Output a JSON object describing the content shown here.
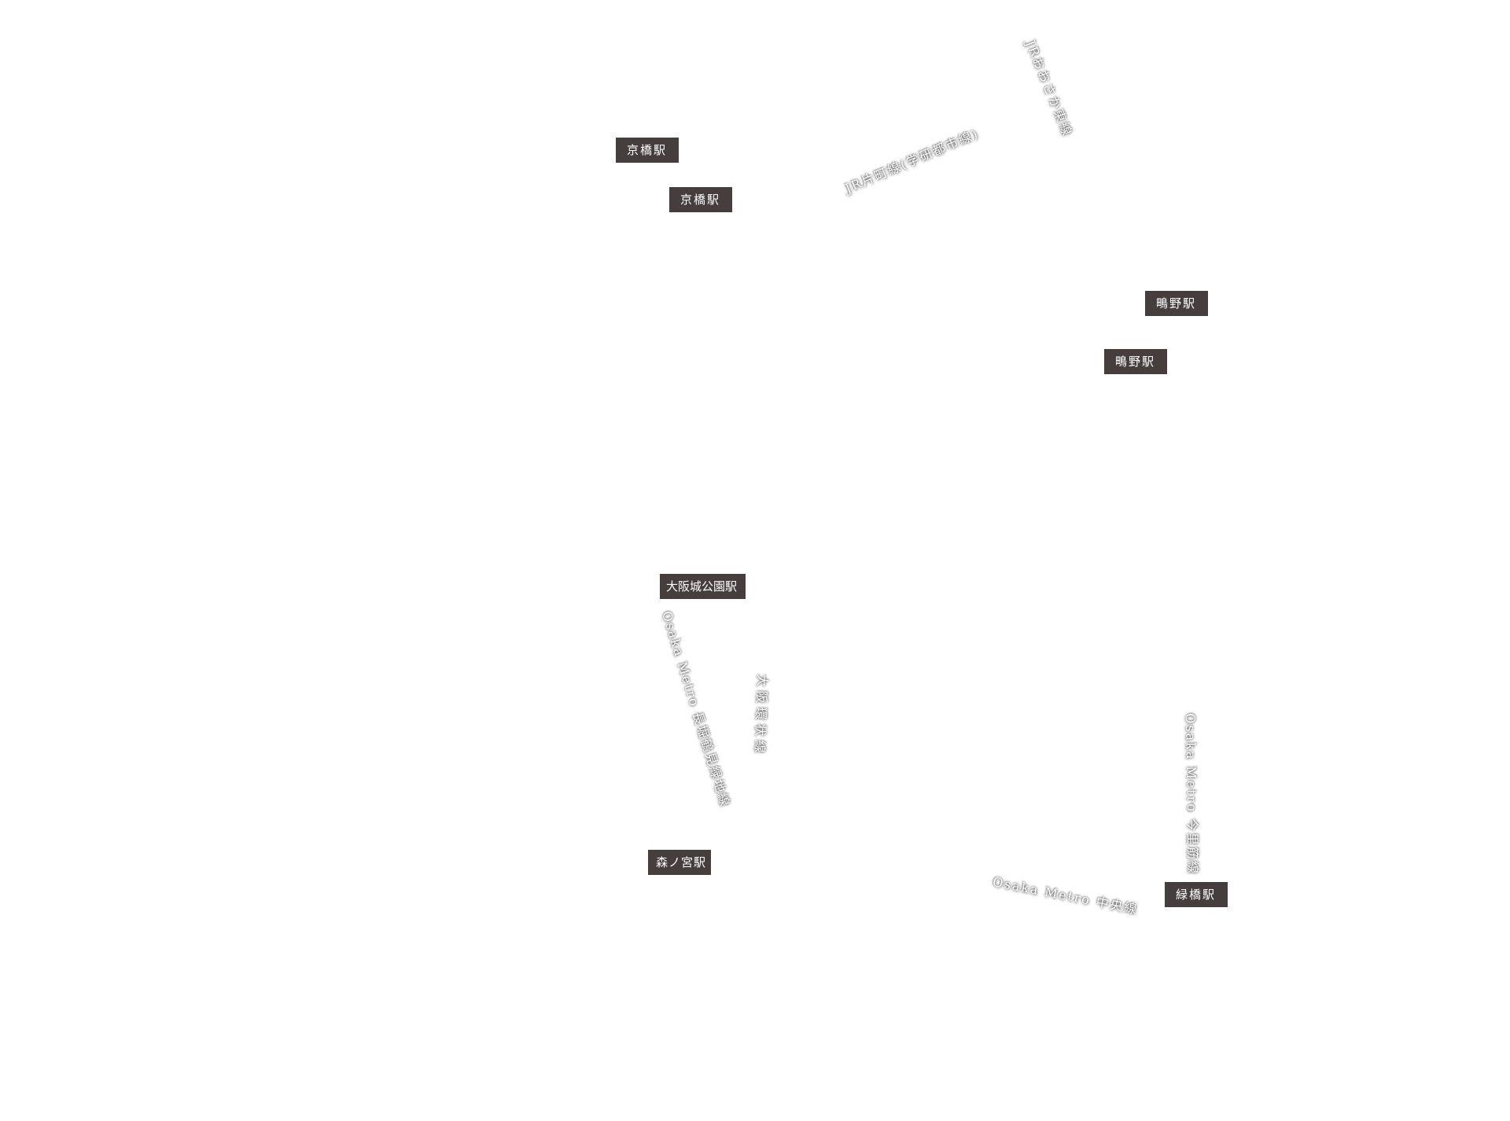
{
  "stations": {
    "kyobashi_1": "京橋駅",
    "kyobashi_2": "京橋駅",
    "shigino_1": "鴫野駅",
    "shigino_2": "鴫野駅",
    "osakajokoen": "大阪城公園駅",
    "morinomiya": "森ノ宮駅",
    "midoribashi": "緑橋駅"
  },
  "lines": {
    "jr_osaka_higashi": "JRおおさか東線",
    "jr_katamachi": "JR片町線(学研都市線)",
    "nagahori_tsurumi": "Osaka Metro 長堀鶴見緑地線",
    "osaka_loop": "大阪環状線",
    "imazatosuji": "Osaka Metro 今里筋線",
    "chuo": "Osaka Metro 中央線"
  },
  "colors": {
    "station_label_bg": "#453e3d",
    "station_label_text": "#ffffff",
    "line_label_text": "#ffffff",
    "background": "#ffffff"
  }
}
